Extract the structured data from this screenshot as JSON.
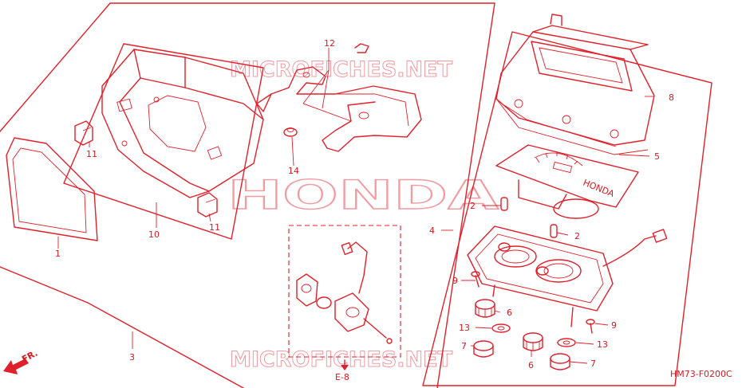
{
  "watermarks": {
    "top": "MICROFICHES.NET",
    "center": "HONDA",
    "bottom": "MICROFICHES.NET"
  },
  "callouts": {
    "c1": "1",
    "c2a": "2",
    "c2b": "2",
    "c3": "3",
    "c4": "4",
    "c5": "5",
    "c6a": "6",
    "c6b": "6",
    "c7a": "7",
    "c7b": "7",
    "c8": "8",
    "c9a": "9",
    "c9b": "9",
    "c10": "10",
    "c11a": "11",
    "c11b": "11",
    "c12": "12",
    "c13a": "13",
    "c13b": "13",
    "c14": "14"
  },
  "front_label": "FR.",
  "ref_label": "E-8",
  "diagram_code": "HM73-F0200C",
  "dial_brand": "HONDA"
}
